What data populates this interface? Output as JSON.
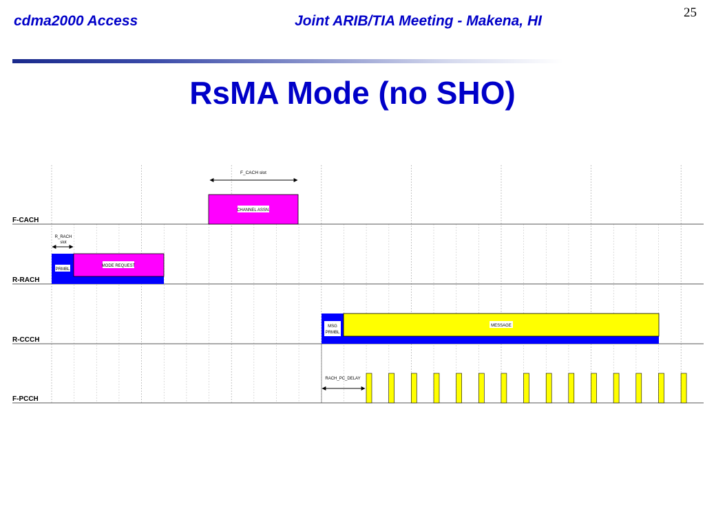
{
  "header": {
    "left": "cdma2000 Access",
    "center": "Joint ARIB/TIA Meeting - Makena, HI",
    "page_number": "25"
  },
  "title": "RsMA Mode (no SHO)",
  "diagram": {
    "channels": [
      "F-CACH",
      "R-RACH",
      "R-CCCH",
      "F-PCCH"
    ],
    "blocks": {
      "channel_assn": "CHANNEL ASSN.",
      "prmbl": "PRMBL",
      "mode_request": "MODE REQUEST",
      "msg_prmbl_line1": "MSG",
      "msg_prmbl_line2": "PRMBL",
      "message": "MESSAGE"
    },
    "annotations": {
      "f_cach_slot": "F_CACH slot",
      "r_rach_slot_line1": "R_RACH",
      "r_rach_slot_line2": "slot",
      "rach_pc_delay": "RACH_PC_DELAY"
    },
    "colors": {
      "magenta": "#ff00ff",
      "blue": "#0000ff",
      "yellow": "#ffff00"
    }
  }
}
